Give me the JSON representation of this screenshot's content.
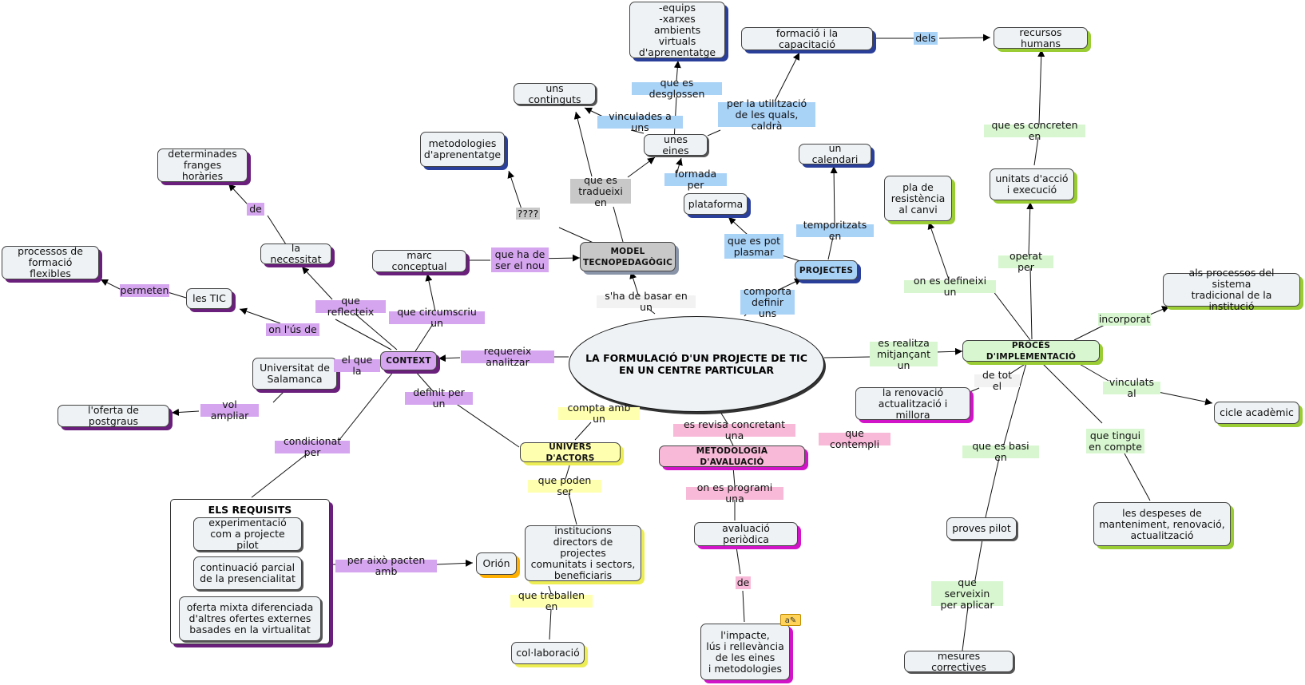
{
  "center": "LA FORMULACIÓ D'UN PROJECTE DE TIC\nEN UN CENTRE PARTICULAR",
  "nodes": {
    "model": "MODEL\nTECNOPEDAGÒGIC",
    "context": "CONTEXT",
    "projectes": "PROJECTES",
    "proces": "PROCÉS D'IMPLEMENTACIÓ",
    "univers": "UNIVERS D'ACTORS",
    "metodologia_aval": "METODOLOGIA D'AVALUACIÓ",
    "equips": "-equips\n-xarxes\nambients virtuals\nd'aprenentatge",
    "formacio": "formació i la capacitació",
    "recursos": "recursos humans",
    "continguts": "uns continguts",
    "eines": "unes eines",
    "metodologies": "metodologies\nd'aprenentatge",
    "plataforma": "plataforma",
    "calendari": "un calendari",
    "pla": "pla de\nresistència\nal canvi",
    "unitats": "unitats d'acció\ni execució",
    "franges": "determinades\nfranges horàries",
    "necessitat": "la necessitat",
    "processos": "processos de\nformació flexibles",
    "tic": "les TIC",
    "marc": "marc conceptual",
    "universitat": "Universitat de\nSalamanca",
    "postgraus": "l'oferta de postgraus",
    "sistema": "als processos del sistema\ntradicional de la institució",
    "cicle": "cicle acadèmic",
    "renovacio": "la renovació\nactualització i millora",
    "despeses": "les despeses de\nmanteniment, renovació,\nactualització",
    "pilot": "proves pilot",
    "mesures": "mesures correctives",
    "avaluacio": "avaluació periòdica",
    "impacte": "l'impacte,\nlús i rellevància\nde les eines\ni metodologies",
    "institucions": "institucions\ndirectors de projectes\ncomunitats i sectors,\nbeneficiaris",
    "colaboracio": "col·laboració",
    "orion": "Orión"
  },
  "requisits": {
    "title": "ELS REQUISITS",
    "items": [
      "experimentació\ncom a projecte pilot",
      "continuació parcial\nde la presencialitat",
      "oferta mixta diferenciada\nd'altres ofertes externes\nbasades en la virtualitat"
    ]
  },
  "labels": {
    "desglossen": "que es desglossen",
    "utilitzacio": "per la utilització\nde les quals, caldrà",
    "dels": "dels",
    "vinculades": "vinculades a uns",
    "formada": "formada per",
    "tradueixi": "que es\ntradueixi en",
    "interrog": "????",
    "ha_de_ser": "que ha de\nser el nou",
    "basar": "s'ha de basar en un",
    "pot_plasmar": "que es pot\nplasmar",
    "temporitzats": "temporitzats en",
    "comporta": "comporta\ndefinir uns",
    "concreten": "que es concreten en",
    "operat": "operat per",
    "defineixi": "on es defineixi un",
    "incorporat": "incorporat",
    "realitza": "es realitza\nmitjançant un",
    "de_tot": "de tot el",
    "vinculats": "vinculats al",
    "tingui": "que tingui\nen compte",
    "basi": "que es basi en",
    "serveixin": "que serveixin\nper aplicar",
    "de_franges": "de",
    "reflecteix": "que reflecteix",
    "permeten": "permeten",
    "us_de": "on l'ús de",
    "circumscriu": "que circumscriu un",
    "requereix": "requereix analitzar",
    "el_que_la": "el que la",
    "vol_ampliar": "vol ampliar",
    "condicionat": "condicionat per",
    "definit": "definit per un",
    "compta": "compta amb un",
    "revisa": "es revisa concretant una",
    "contempli": "que contempli",
    "programi": "on es programi una",
    "de_impacte": "de",
    "poden_ser": "que poden ser",
    "treballen": "que treballen en",
    "pacten": "per això pacten amb"
  },
  "annotation_icon": "note-icon"
}
